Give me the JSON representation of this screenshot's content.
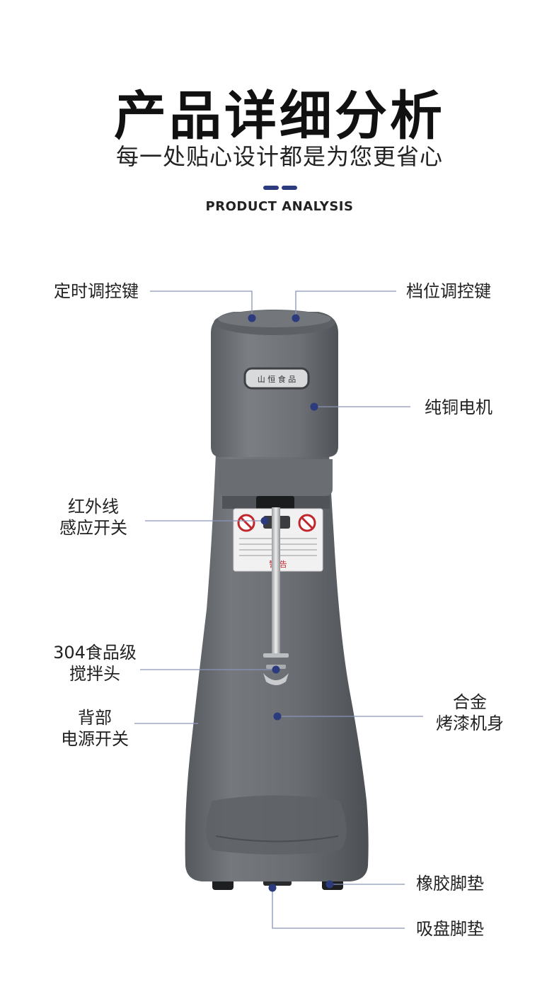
{
  "header": {
    "title": "产品详细分析",
    "subtitle": "每一处贴心设计都是为您更省心",
    "english_title": "PRODUCT ANALYSIS"
  },
  "product": {
    "brand_plate": "山 恒 食 品",
    "warning_label": "警     告"
  },
  "callouts": {
    "timer_key": "定时调控键",
    "speed_key": "档位调控键",
    "motor": "纯铜电机",
    "infrared_line1": "红外线",
    "infrared_line2": "感应开关",
    "mixer_line1": "304食品级",
    "mixer_line2": "搅拌头",
    "power_line1": "背部",
    "power_line2": "电源开关",
    "body_line1": "合金",
    "body_line2": "烤漆机身",
    "rubber_feet": "橡胶脚垫",
    "suction_feet": "吸盘脚垫"
  },
  "colors": {
    "accent": "#2b3b7e",
    "leader_line": "#8a93b8",
    "machine_body": "#6a6e73",
    "machine_dark": "#4a4d52"
  }
}
